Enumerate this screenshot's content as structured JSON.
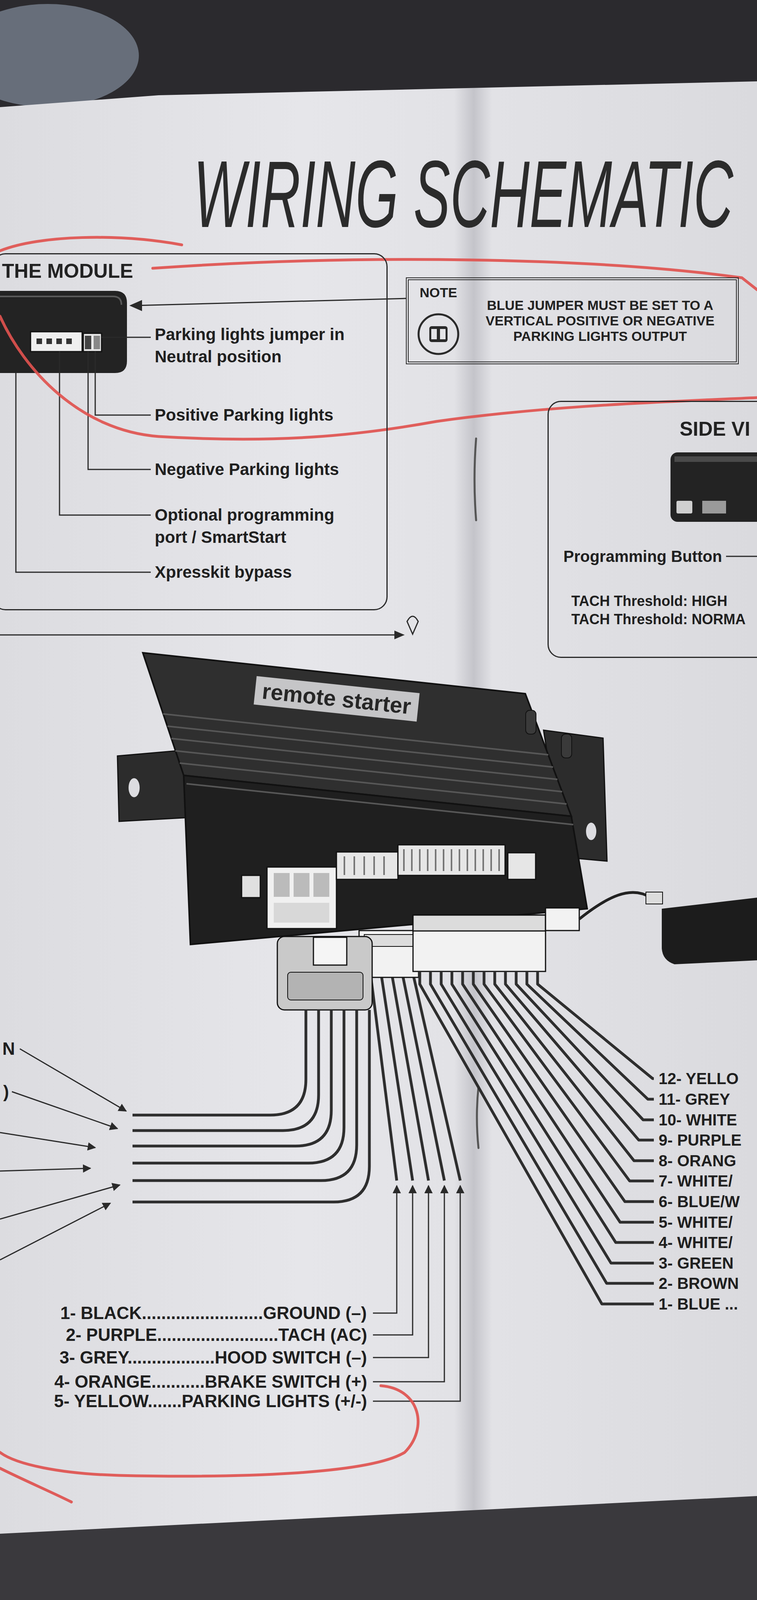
{
  "diagram": {
    "title": "WIRING SCHEMATIC",
    "nodes": [
      {
        "text": [
          "THE MODULE"
        ]
      },
      {
        "text": [
          "NOTE",
          "BLUE JUMPER MUST BE SET TO A VERTICAL POSITIVE OR NEGATIVE PARKING LIGHTS OUTPUT"
        ]
      },
      {
        "text": [
          "SIDE VI"
        ]
      },
      {
        "text": [
          "remote starter"
        ]
      }
    ],
    "labels": [
      "Parking lights jumper in Neutral position",
      "Positive Parking lights",
      "Negative Parking lights",
      "Optional programming port / SmartStart",
      "Xpresskit bypass",
      "Programming Button",
      "TACH Threshold: HIGH",
      "TACH Threshold: NORMA",
      "12- YELLO",
      "11- GREY",
      "10- WHITE",
      "9- PURPLE",
      "8- ORANG",
      "7- WHITE/",
      "6- BLUE/W",
      "5- WHITE/",
      "4- WHITE/",
      "3- GREEN",
      "2- BROWN",
      "1- BLUE ...",
      "N",
      ")",
      "1- BLACK.........................GROUND (–)",
      "2- PURPLE.........................TACH (AC)",
      "3- GREY..................HOOD SWITCH (–)",
      "4- ORANGE...........BRAKE SWITCH (+)",
      "5- YELLOW.......PARKING LIGHTS (+/-)"
    ]
  }
}
